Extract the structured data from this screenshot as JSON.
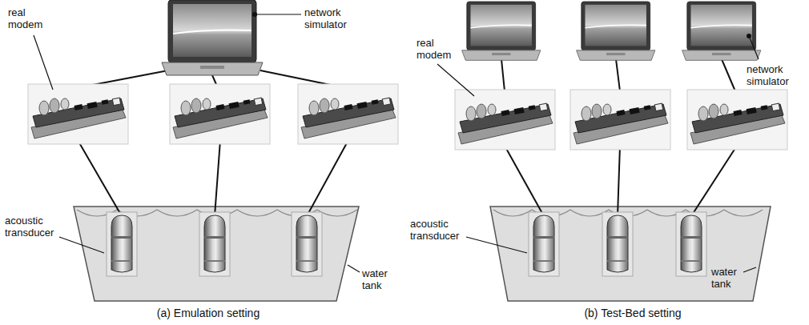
{
  "diagram": {
    "labels": [
      "real modem",
      "network simulator",
      "acoustic transducer",
      "water tank",
      "(a) Emulation setting",
      "real modem",
      "network simulator",
      "acoustic transducer",
      "water tank",
      "(b) Test-Bed setting"
    ]
  }
}
